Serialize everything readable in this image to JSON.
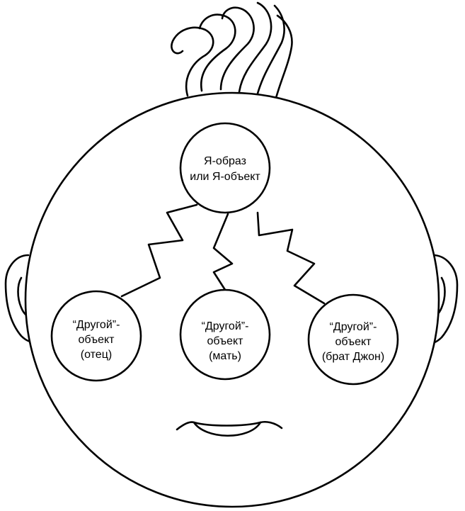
{
  "diagram": {
    "center_node": {
      "line1": "Я-образ",
      "line2": "или Я-объект"
    },
    "other_nodes": [
      {
        "line1": "“Другой”-",
        "line2": "объект",
        "line3": "(отец)"
      },
      {
        "line1": "“Другой”-",
        "line2": "объект",
        "line3": "(мать)"
      },
      {
        "line1": "“Другой”-",
        "line2": "объект",
        "line3": "(брат Джон)"
      }
    ]
  }
}
